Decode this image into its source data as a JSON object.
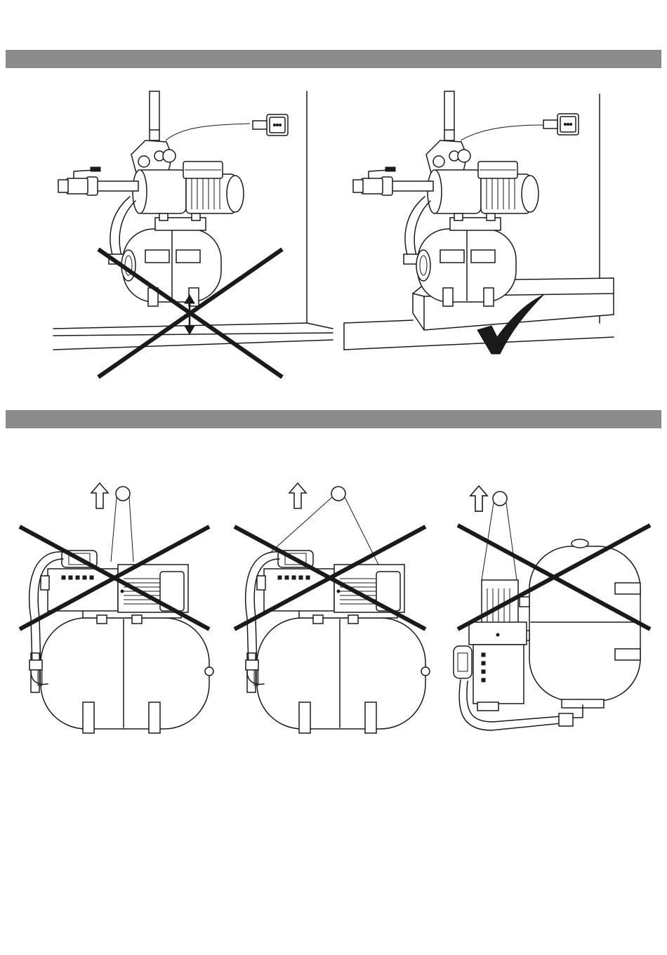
{
  "figure": {
    "sections": [
      {
        "id": "installation-surface",
        "panels": [
          {
            "id": "pump-on-floor",
            "verdict": "incorrect",
            "mark": "cross-mark"
          },
          {
            "id": "pump-on-base",
            "verdict": "correct",
            "mark": "check-mark"
          }
        ]
      },
      {
        "id": "lifting",
        "panels": [
          {
            "id": "lift-single-point",
            "verdict": "incorrect",
            "mark": "cross-mark",
            "icon": "up-arrow-icon"
          },
          {
            "id": "lift-two-points",
            "verdict": "incorrect",
            "mark": "cross-mark",
            "icon": "up-arrow-icon"
          },
          {
            "id": "lift-tipped-sideways",
            "verdict": "incorrect",
            "mark": "cross-mark",
            "icon": "up-arrow-icon"
          }
        ]
      }
    ],
    "colors": {
      "band": "#8c8c8c",
      "ink": "#1a1a1a",
      "paper": "#ffffff"
    }
  }
}
